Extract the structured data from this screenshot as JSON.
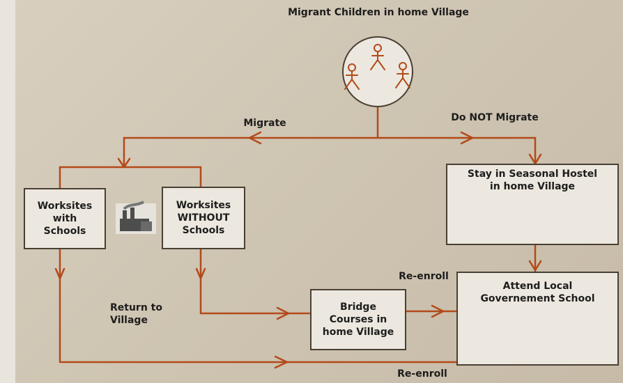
{
  "colors": {
    "background": "#e9e5dc",
    "panel": "#d2c8b7",
    "box_fill": "#ece8df",
    "line": "#b34a1a",
    "box_border": "#4a3f33",
    "text": "#1d1d1d"
  },
  "title": "Migrant Children in home Village",
  "nodes": {
    "worksites_with_schools": "Worksites with Schools",
    "worksites_without_schools": "Worksites WITHOUT Schools",
    "seasonal_hostel": "Stay in Seasonal Hostel in home Village",
    "bridge_courses": "Bridge Courses in home Village",
    "local_school": "Attend Local Governement School"
  },
  "edges": {
    "migrate": "Migrate",
    "do_not_migrate": "Do NOT Migrate",
    "return_to_village": "Return to Village",
    "reenroll_top": "Re-enroll",
    "reenroll_bottom": "Re-enroll"
  },
  "icons": {
    "children": "children-group-icon",
    "factory": "factory-icon",
    "hostel": "hostel-photo",
    "school": "school-photo"
  }
}
